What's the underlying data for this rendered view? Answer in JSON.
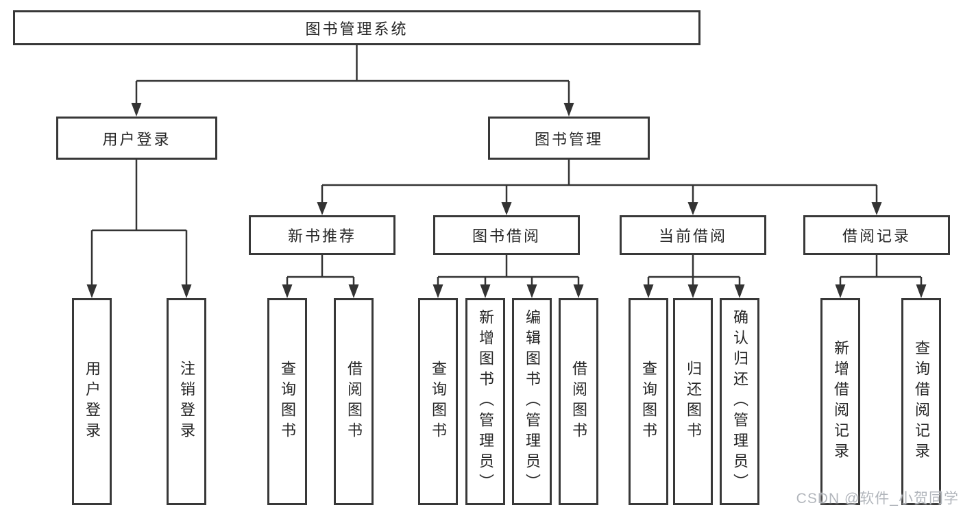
{
  "colors": {
    "line": "#333333",
    "box_border": "#383838",
    "box_fill": "#ffffff",
    "text": "#262626",
    "watermark": "#b2b6bc"
  },
  "tree": {
    "label": "图书管理系统",
    "children": [
      {
        "label": "用户登录",
        "children": [
          {
            "label": "用户登录"
          },
          {
            "label": "注销登录"
          }
        ]
      },
      {
        "label": "图书管理",
        "children": [
          {
            "label": "新书推荐",
            "children": [
              {
                "label": "查询图书"
              },
              {
                "label": "借阅图书"
              }
            ]
          },
          {
            "label": "图书借阅",
            "children": [
              {
                "label": "查询图书"
              },
              {
                "label": "新增图书（管理员）"
              },
              {
                "label": "编辑图书（管理员）"
              },
              {
                "label": "借阅图书"
              }
            ]
          },
          {
            "label": "当前借阅",
            "children": [
              {
                "label": "查询图书"
              },
              {
                "label": "归还图书"
              },
              {
                "label": "确认归还（管理员）"
              }
            ]
          },
          {
            "label": "借阅记录",
            "children": [
              {
                "label": "新增借阅记录"
              },
              {
                "label": "查询借阅记录"
              }
            ]
          }
        ]
      }
    ]
  },
  "watermark": {
    "text": "CSDN @软件_小贺同学"
  }
}
